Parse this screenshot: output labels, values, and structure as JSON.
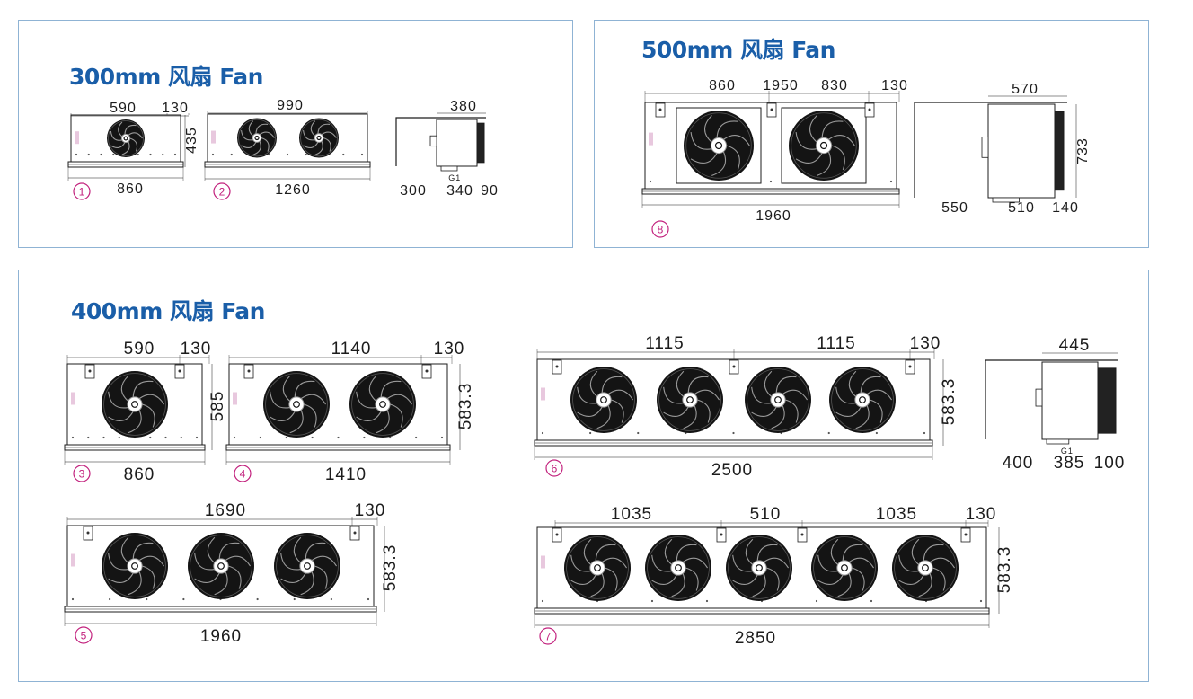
{
  "panels": {
    "p300": {
      "title": "300mm 风扇 Fan"
    },
    "p500": {
      "title": "500mm 风扇 Fan"
    },
    "p400": {
      "title": "400mm 风扇 Fan"
    }
  },
  "units": [
    {
      "id": "u1",
      "number": "①",
      "fans": 1,
      "top_dims": [
        "590",
        "130"
      ],
      "side_dim": "435",
      "bottom_dim": "860"
    },
    {
      "id": "u2",
      "number": "②",
      "fans": 2,
      "top_dims": [
        "990"
      ],
      "bottom_dim": "1260"
    },
    {
      "id": "u3",
      "number": "③",
      "fans": 1,
      "top_dims": [
        "590",
        "130"
      ],
      "side_dim": "585",
      "bottom_dim": "860"
    },
    {
      "id": "u4",
      "number": "④",
      "fans": 2,
      "top_dims": [
        "1140",
        "130"
      ],
      "side_dim": "583.3",
      "bottom_dim": "1410"
    },
    {
      "id": "u5",
      "number": "⑤",
      "fans": 3,
      "top_dims": [
        "1690",
        "130"
      ],
      "side_dim": "583.3",
      "bottom_dim": "1960"
    },
    {
      "id": "u6",
      "number": "⑥",
      "fans": 4,
      "top_dims": [
        "1115",
        "1115",
        "130"
      ],
      "side_dim": "583.3",
      "bottom_dim": "2500"
    },
    {
      "id": "u7",
      "number": "⑦",
      "fans": 5,
      "top_dims": [
        "1035",
        "510",
        "1035",
        "130"
      ],
      "side_dim": "583.3",
      "bottom_dim": "2850"
    },
    {
      "id": "u8",
      "number": "⑧",
      "fans": 2,
      "top_dims": [
        "860",
        "1950",
        "830",
        "130"
      ],
      "bottom_dim": "1960"
    }
  ],
  "side_views": [
    {
      "id": "s300",
      "top_dim": "380",
      "label": "G1",
      "bottom_dims": [
        "300",
        "340",
        "90"
      ]
    },
    {
      "id": "s500",
      "top_dim": "570",
      "side_dim": "733",
      "bottom_dims": [
        "550",
        "510",
        "140"
      ]
    },
    {
      "id": "s400",
      "top_dim": "445",
      "label": "G1",
      "bottom_dims": [
        "400",
        "385",
        "100"
      ]
    }
  ],
  "colors": {
    "title": "#1a5ea8",
    "border": "#8fb3d4",
    "number": "#c2217d",
    "line": "#1c1c1c",
    "fan": "#141414"
  }
}
